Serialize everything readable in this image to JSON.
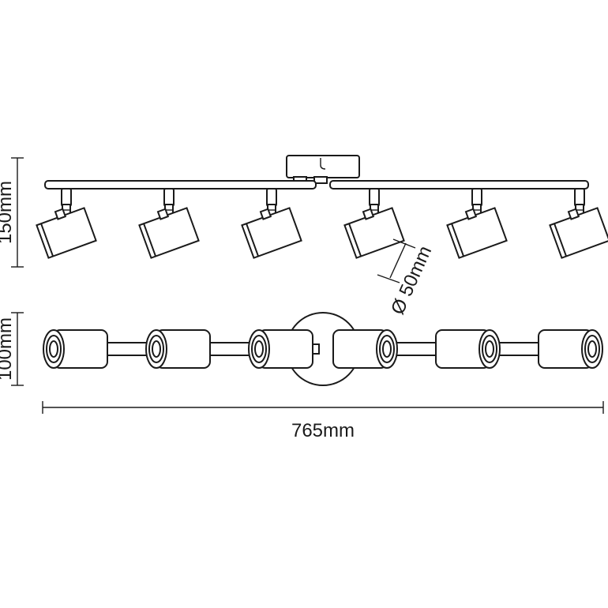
{
  "dimensions": {
    "height_side": "150mm",
    "height_top": "100mm",
    "width_total": "765mm",
    "spot_diameter": "Ø 50mm"
  }
}
